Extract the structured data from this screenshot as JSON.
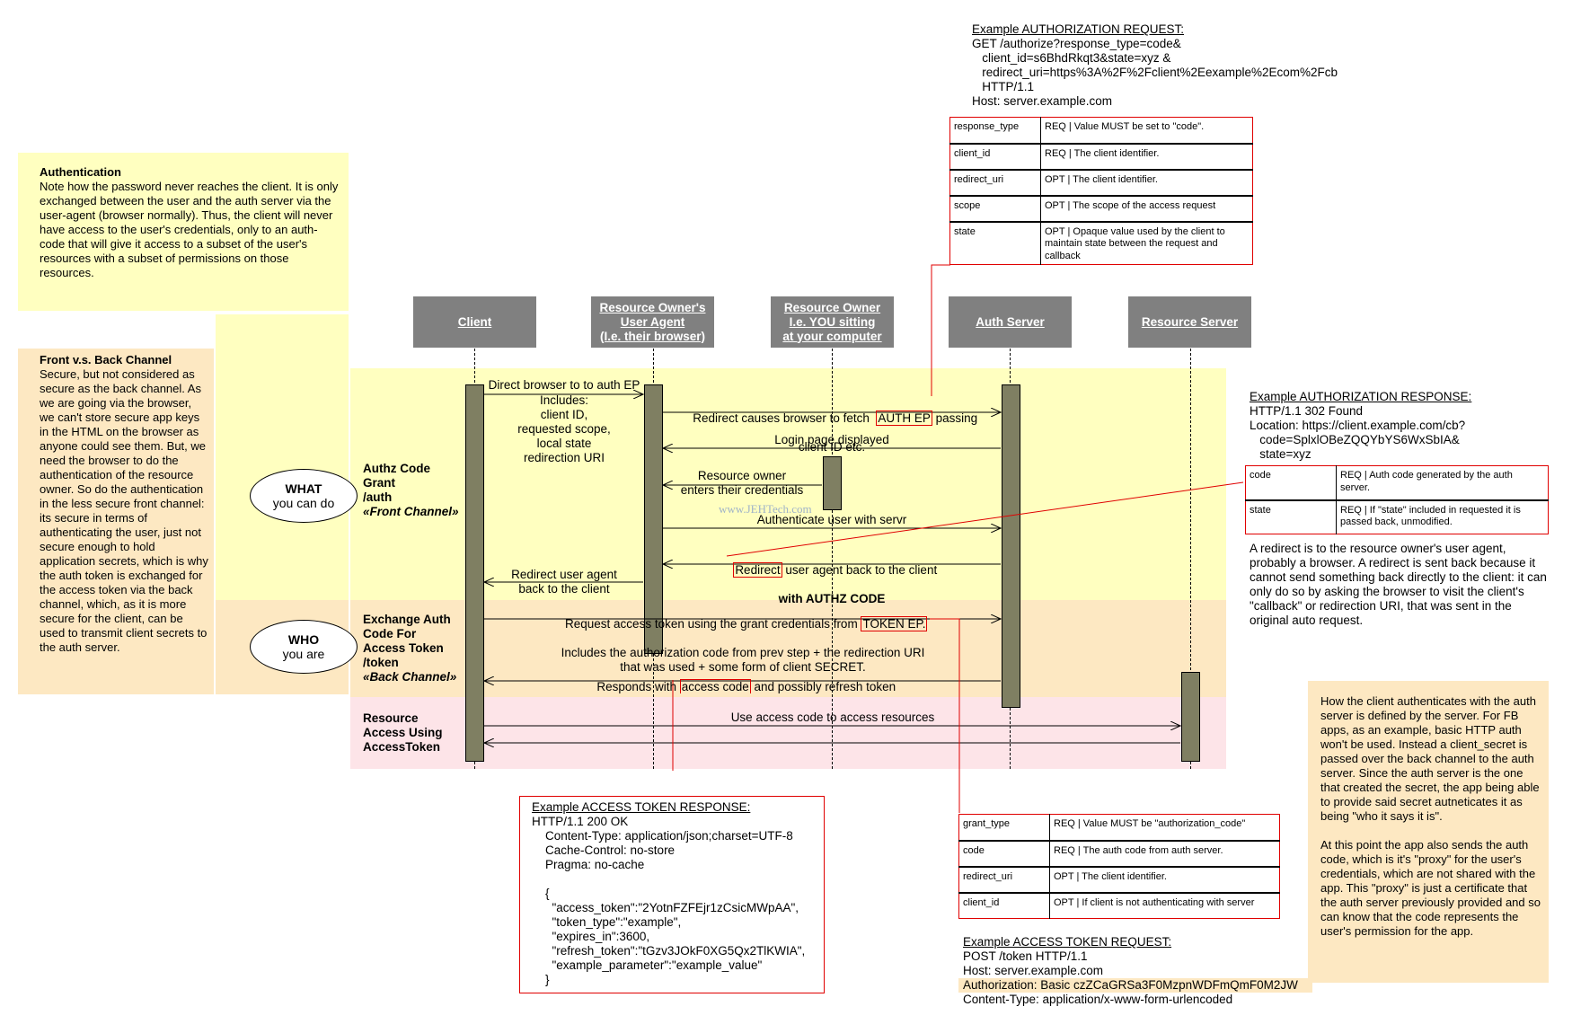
{
  "auth_request": {
    "title": "Example AUTHORIZATION REQUEST:",
    "lines": [
      "GET /authorize?response_type=code&",
      "   client_id=s6BhdRkqt3&state=xyz &",
      "   redirect_uri=https%3A%2F%2Fclient%2Eexample%2Ecom%2Fcb",
      "   HTTP/1.1",
      "Host: server.example.com"
    ],
    "params": [
      {
        "key": "response_type",
        "desc": "REQ | Value MUST be set to \"code\"."
      },
      {
        "key": "client_id",
        "desc": "REQ | The client identifier."
      },
      {
        "key": "redirect_uri",
        "desc": "OPT | The client identifier."
      },
      {
        "key": "scope",
        "desc": "OPT | The scope of the access request"
      },
      {
        "key": "state",
        "desc": "OPT | Opaque value used by the client to maintain state between the request and callback"
      }
    ]
  },
  "auth_note": {
    "title": "Authentication",
    "body": "Note how the password never reaches the client. It is only exchanged between the user and the auth server via the user-agent (browser normally). Thus, the client will never have access to the user's credentials, only to an auth-code that will give it access to a subset of the user's resources with a subset of permissions on those resources."
  },
  "channel_note": {
    "title": "Front v.s. Back Channel",
    "body": "Secure, but not considered as secure as the back channel. As we are going via the browser, we can't store secure app keys in the HTML on the browser as anyone could see them. But, we need the browser to do the authentication of the resource owner. So do the authentication in the less secure front channel: its secure in terms of authenticating the user, just not secure enough to hold application secrets, which is why the auth token is exchanged for the access token via the back channel, which, as it is more secure for the client, can be used to transmit client secrets to the auth server."
  },
  "lanes": [
    {
      "id": "client",
      "label": "Client"
    },
    {
      "id": "user-agent",
      "label": "Resource Owner's\nUser Agent\n(I.e. their browser)"
    },
    {
      "id": "resource-owner",
      "label": "Resource Owner\nI.e. YOU sitting\nat your computer"
    },
    {
      "id": "auth-server",
      "label": "Auth Server"
    },
    {
      "id": "resource-server",
      "label": "Resource Server"
    }
  ],
  "bands": {
    "what": {
      "line1": "WHAT",
      "line2": "you can do"
    },
    "who": {
      "line1": "WHO",
      "line2": "you are"
    },
    "front_label": [
      "Authz Code",
      "Grant",
      "/auth"
    ],
    "front_channel": "«Front Channel»",
    "back_label": [
      "Exchange Auth",
      "Code For",
      "Access Token",
      "/token"
    ],
    "back_channel": "«Back Channel»",
    "resource_label": [
      "Resource",
      "Access Using",
      "AccessToken"
    ]
  },
  "messages": {
    "m1": "Direct browser to to auth EP",
    "m1_detail": "Includes:\nclient ID,\nrequested scope,\nlocal state\nredirection URI",
    "m2a": "Redirect causes browser to fetch  ",
    "m2_hl": "AUTH EP",
    "m2b": " passing",
    "m2c": "client ID etc.",
    "m3": "Login page displayed",
    "m4": "Resource owner\nenters their credentials",
    "m5": "Authenticate user with servr",
    "m6_hl": "Redirect",
    "m6b": " user agent back to the client",
    "m6c": "with AUTHZ CODE",
    "m7": "Redirect user agent\nback to the client",
    "m8a": "Request access token using the grant credentials from ",
    "m8_hl": "TOKEN EP.",
    "m8b": "Includes the authorization code from prev step + the redirection URI\nthat was used + some form of client SECRET.",
    "m9a": "Responds with ",
    "m9_hl": "access code",
    "m9b": " and possibly refresh token",
    "m10": "Use access code to access resources"
  },
  "watermark": "www.JEHTech.com",
  "auth_response": {
    "title": "Example AUTHORIZATION RESPONSE:",
    "lines": [
      "HTTP/1.1 302 Found",
      "Location: https://client.example.com/cb?",
      "   code=SplxlOBeZQQYbYS6WxSbIA&",
      "   state=xyz"
    ],
    "params": [
      {
        "key": "code",
        "desc": "REQ | Auth code generated by the auth server."
      },
      {
        "key": "state",
        "desc": "REQ | If \"state\" included in requested it is passed back, unmodified."
      }
    ],
    "note": "A redirect is to the resource owner's user agent, probably a browser. A redirect is sent back because it cannot send something back directly to the client: it can only do so by asking the browser to visit the client's \"callback\" or redirection URI, that was sent in the original auto request."
  },
  "client_auth_note": {
    "p1": "How the client authenticates with the auth server is defined by the server. For FB apps, as an example, basic HTTP auth won't be used. Instead a client_secret is passed over the back channel to the auth server. Since the auth server is the one that created the secret, the app being able to provide said secret autneticates it as being \"who it says it is\".",
    "p2": "At this point the app also sends the auth code, which is it's \"proxy\" for the user's credentials, which are not shared with the app. This \"proxy\" is just a certificate that the auth server previously provided and so can know that the code represents the user's permission for the app."
  },
  "token_response": {
    "title": "Example ACCESS TOKEN RESPONSE:",
    "lines": [
      "HTTP/1.1 200 OK",
      "    Content-Type: application/json;charset=UTF-8",
      "    Cache-Control: no-store",
      "    Pragma: no-cache",
      "",
      "    {",
      "      \"access_token\":\"2YotnFZFEjr1zCsicMWpAA\",",
      "      \"token_type\":\"example\",",
      "      \"expires_in\":3600,",
      "      \"refresh_token\":\"tGzv3JOkF0XG5Qx2TlKWIA\",",
      "      \"example_parameter\":\"example_value\"",
      "    }"
    ]
  },
  "token_request": {
    "title": "Example ACCESS TOKEN REQUEST:",
    "lines": [
      "POST /token HTTP/1.1",
      "Host: server.example.com"
    ],
    "auth_line": "Authorization: Basic czZCaGRSa3F0MzpnWDFmQmF0M2JW",
    "content_type": "Content-Type: application/x-www-form-urlencoded",
    "params": [
      {
        "key": "grant_type",
        "desc": "REQ | Value MUST be \"authorization_code\""
      },
      {
        "key": "code",
        "desc": "REQ | The auth code from auth server."
      },
      {
        "key": "redirect_uri",
        "desc": "OPT | The client identifier."
      },
      {
        "key": "client_id",
        "desc": " OPT | If client is not authenticating with server"
      }
    ]
  },
  "colors": {
    "front_band": "#ffffc0",
    "back_band": "#fde8c2",
    "resource_band": "#fde4e8",
    "lane_header": "#808080",
    "activation": "#7f7f62",
    "callout": "#e00000"
  }
}
